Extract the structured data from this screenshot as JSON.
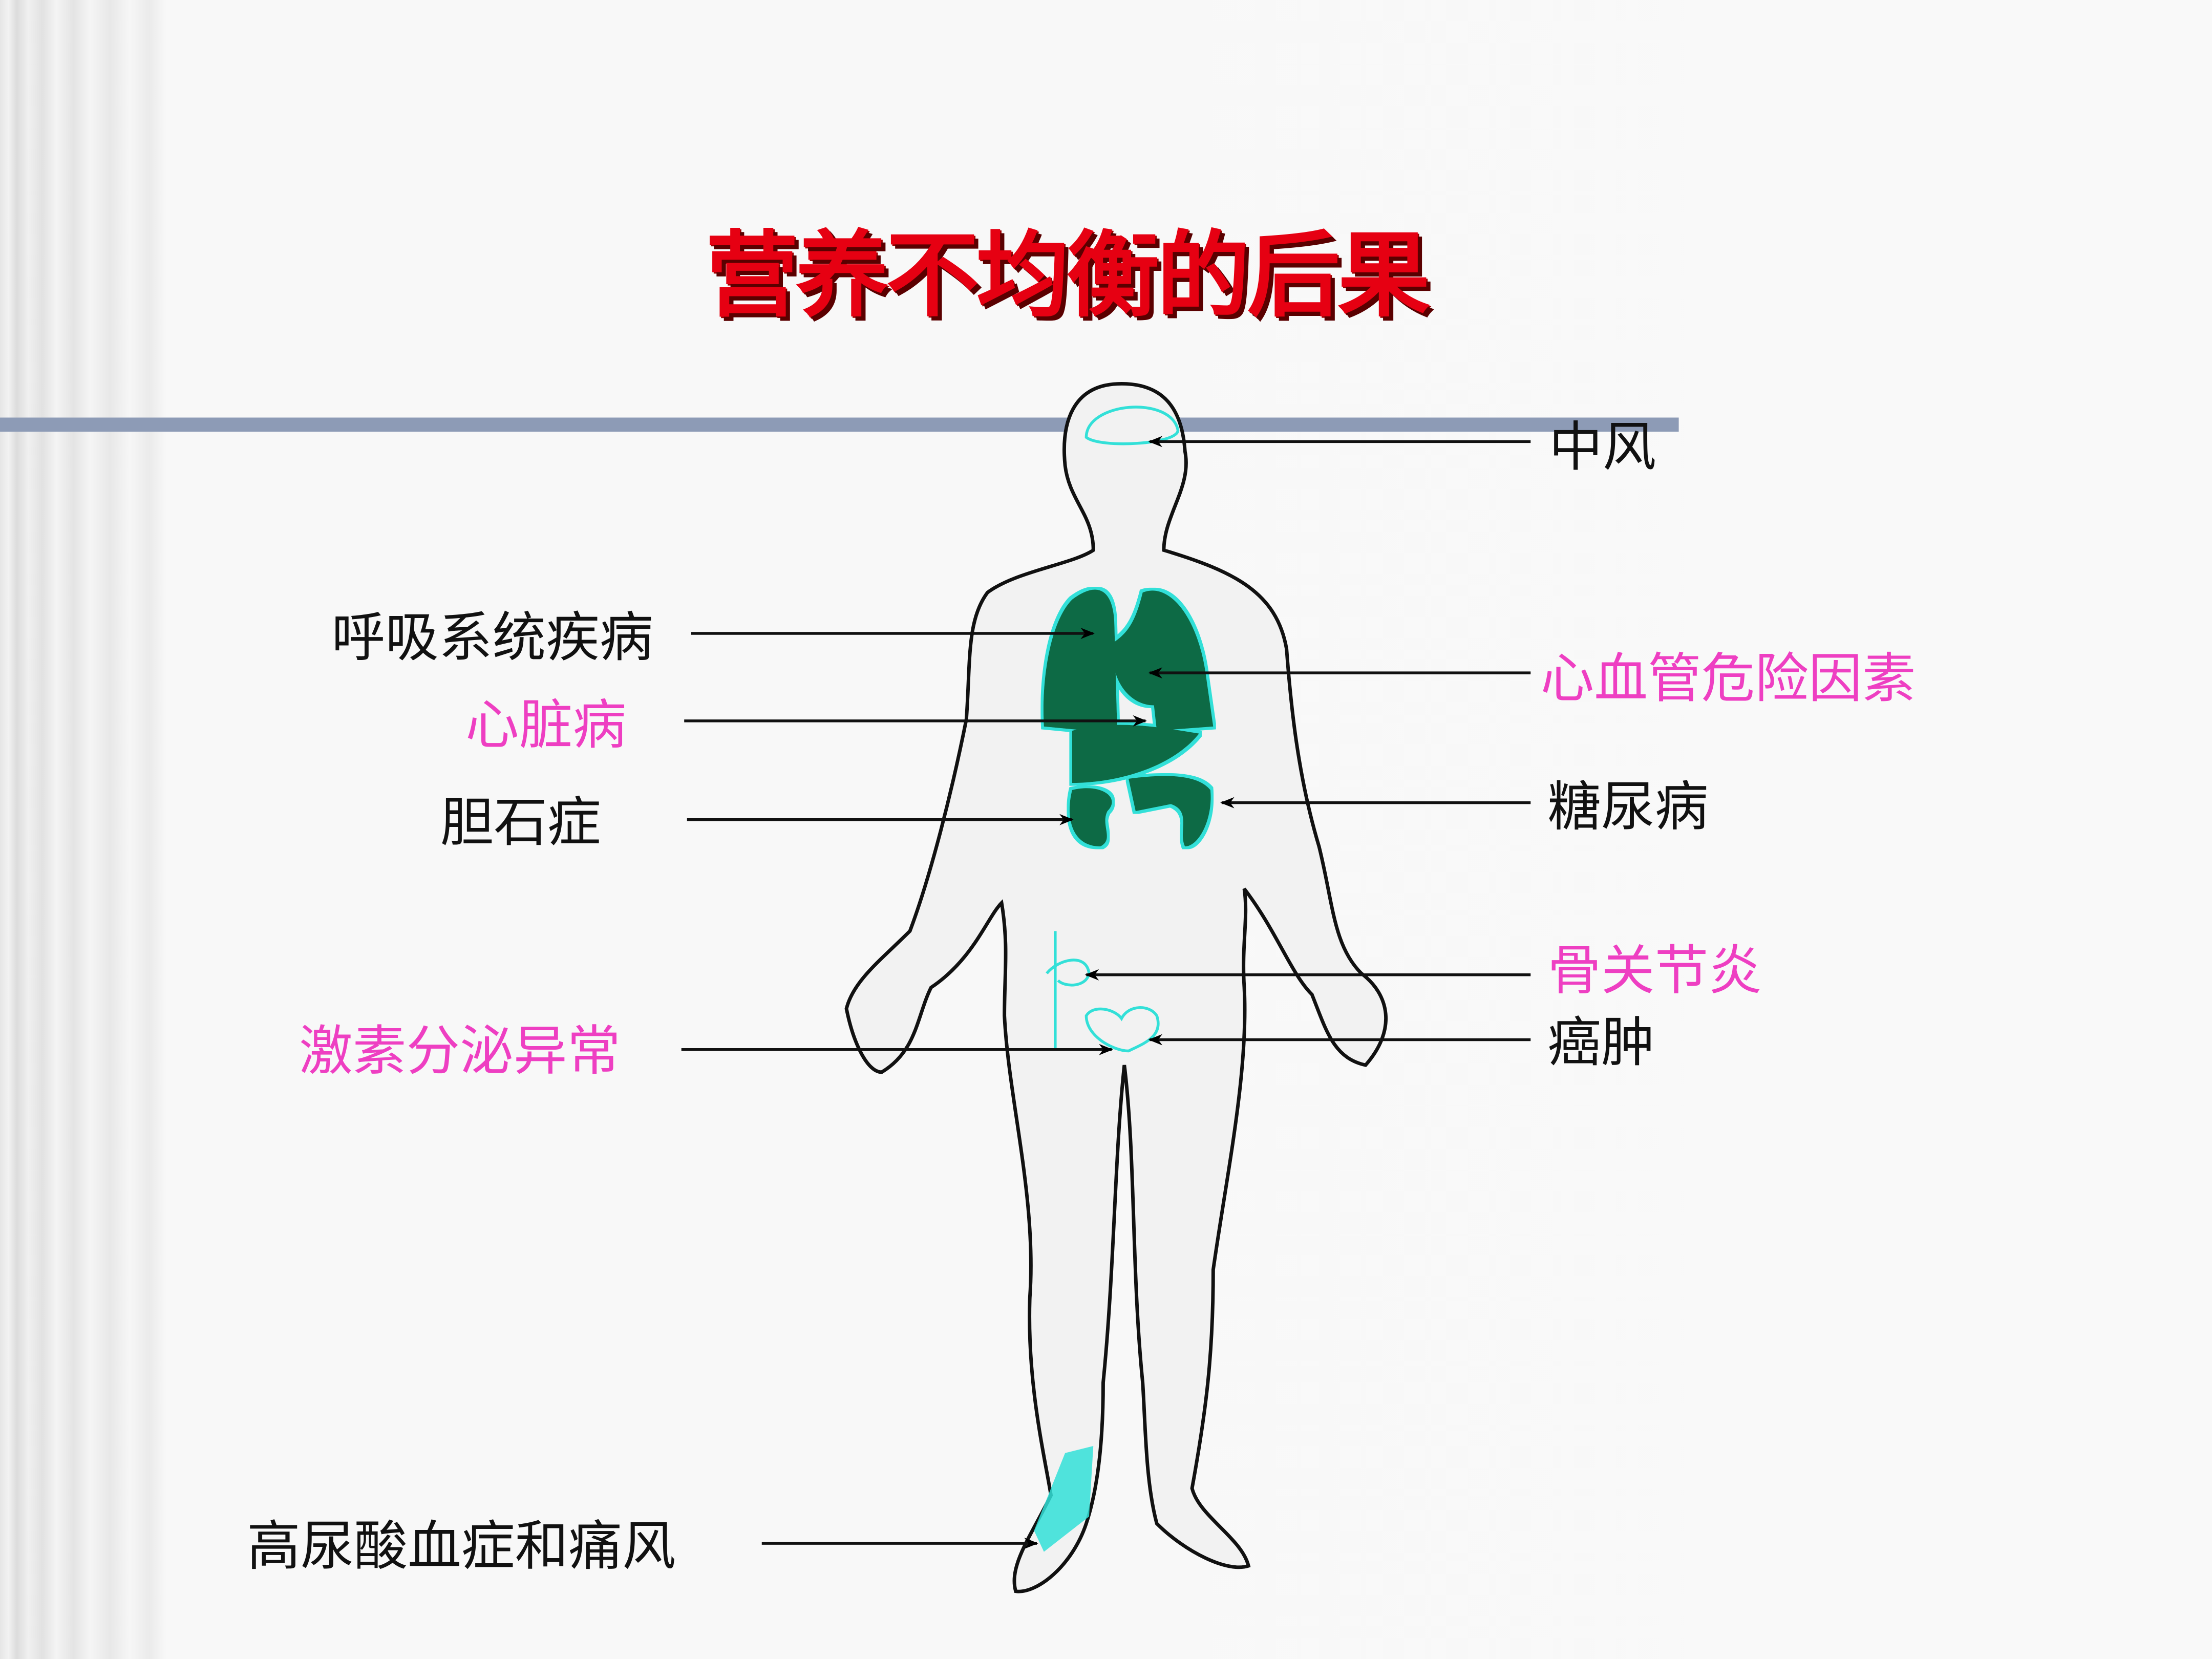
{
  "title": "营养不均衡的后果",
  "colors": {
    "title": "#e60012",
    "highlight": "#ee3fc2",
    "organs": "#0b6b45",
    "organ_glow": "#33e0d8"
  },
  "left_labels": [
    {
      "text": "呼吸系统疾病",
      "highlight": false
    },
    {
      "text": "心脏病",
      "highlight": true
    },
    {
      "text": "胆石症",
      "highlight": false
    },
    {
      "text": "激素分泌异常",
      "highlight": true
    },
    {
      "text": "高尿酸血症和痛风",
      "highlight": false
    }
  ],
  "right_labels": [
    {
      "text": "中风",
      "highlight": false
    },
    {
      "text": "心血管危险因素",
      "highlight": true
    },
    {
      "text": "糖尿病",
      "highlight": false
    },
    {
      "text": "骨关节炎",
      "highlight": true
    },
    {
      "text": "癌肿",
      "highlight": false
    }
  ]
}
